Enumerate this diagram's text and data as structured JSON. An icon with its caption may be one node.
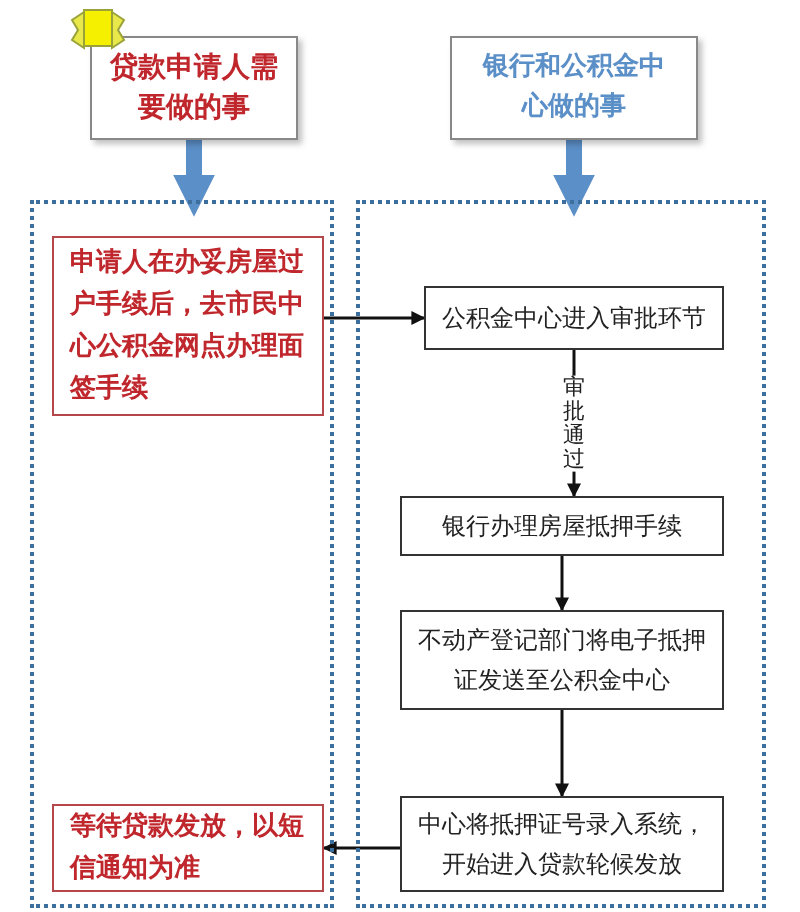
{
  "diagram": {
    "nodes": [
      {
        "text": [
          "贷款申请人需要做的事"
        ]
      },
      {
        "text": [
          "银行和公积金中心做的事"
        ]
      },
      {
        "text": [],
        "shape": "box"
      },
      {
        "text": [],
        "shape": "box"
      },
      {
        "text": [
          "申请人在办妥房屋过户手续后，去市民中心公积金网点办理面签手续"
        ],
        "in": 2
      },
      {
        "text": [
          "公积金中心进入审批环节"
        ],
        "in": 3
      },
      {
        "text": [
          "银行办理房屋抵押手续"
        ],
        "in": 3
      },
      {
        "text": [
          "不动产登记部门将电子抵押证发送至公积金中心"
        ],
        "in": 3
      },
      {
        "text": [
          "中心将抵押证号录入系统，开始进入贷款轮候发放"
        ],
        "in": 3
      },
      {
        "text": [
          "等待贷款发放，以短信通知为准"
        ],
        "in": 2
      }
    ],
    "edges": [
      {
        "from": 0,
        "to": 2,
        "arrow": "to",
        "style": "thick",
        "color": "#5b8fc7"
      },
      {
        "from": 1,
        "to": 3,
        "arrow": "to",
        "style": "thick",
        "color": "#5b8fc7"
      },
      {
        "from": 4,
        "to": 5,
        "arrow": "to"
      },
      {
        "from": 5,
        "to": 6,
        "arrow": "to",
        "label": "审批通过"
      },
      {
        "from": 6,
        "to": 7,
        "arrow": "to"
      },
      {
        "from": 7,
        "to": 8,
        "arrow": "to"
      },
      {
        "from": 8,
        "to": 9,
        "arrow": "to"
      }
    ]
  }
}
